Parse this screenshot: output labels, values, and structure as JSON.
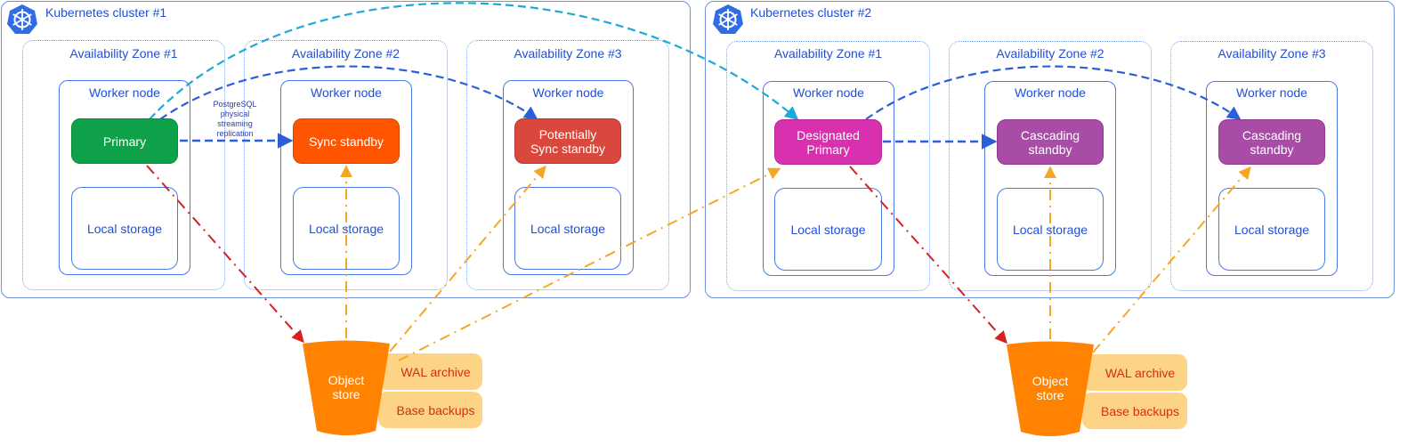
{
  "clusters": [
    {
      "title": "Kubernetes cluster #1",
      "zones": [
        {
          "title": "Availability Zone #1",
          "worker": "Worker node",
          "storage": "Local storage",
          "pod": "Primary"
        },
        {
          "title": "Availability Zone #2",
          "worker": "Worker node",
          "storage": "Local storage",
          "pod": "Sync standby"
        },
        {
          "title": "Availability Zone #3",
          "worker": "Worker node",
          "storage": "Local storage",
          "pod": "Potentially\nSync standby"
        }
      ],
      "object_store": {
        "label": "Object\nstore",
        "wal": "WAL archive",
        "backups": "Base backups"
      }
    },
    {
      "title": "Kubernetes cluster #2",
      "zones": [
        {
          "title": "Availability Zone #1",
          "worker": "Worker node",
          "storage": "Local storage",
          "pod": "Designated\nPrimary"
        },
        {
          "title": "Availability Zone #2",
          "worker": "Worker node",
          "storage": "Local storage",
          "pod": "Cascading\nstandby"
        },
        {
          "title": "Availability Zone #3",
          "worker": "Worker node",
          "storage": "Local storage",
          "pod": "Cascading\nstandby"
        }
      ],
      "object_store": {
        "label": "Object\nstore",
        "wal": "WAL archive",
        "backups": "Base backups"
      }
    }
  ],
  "replication_note": "PostgreSQL\nphysical\nstreaming\nreplication",
  "icons": {
    "cluster": "kubernetes-helm-icon",
    "store": "bucket-icon"
  },
  "colors": {
    "primary": "#0fa14a",
    "sync_standby": "#ff5400",
    "potential_sync": "#d9473d",
    "designated_primary": "#d930b0",
    "cascading": "#a84ca8",
    "object_store": "#ff8200",
    "archive_pill": "#fdd485",
    "streaming_arrow": "#2a5fd6",
    "cross_cluster_arrow": "#1ea9d8",
    "archive_arrow": "#d62020",
    "restore_arrow": "#f5a623"
  }
}
